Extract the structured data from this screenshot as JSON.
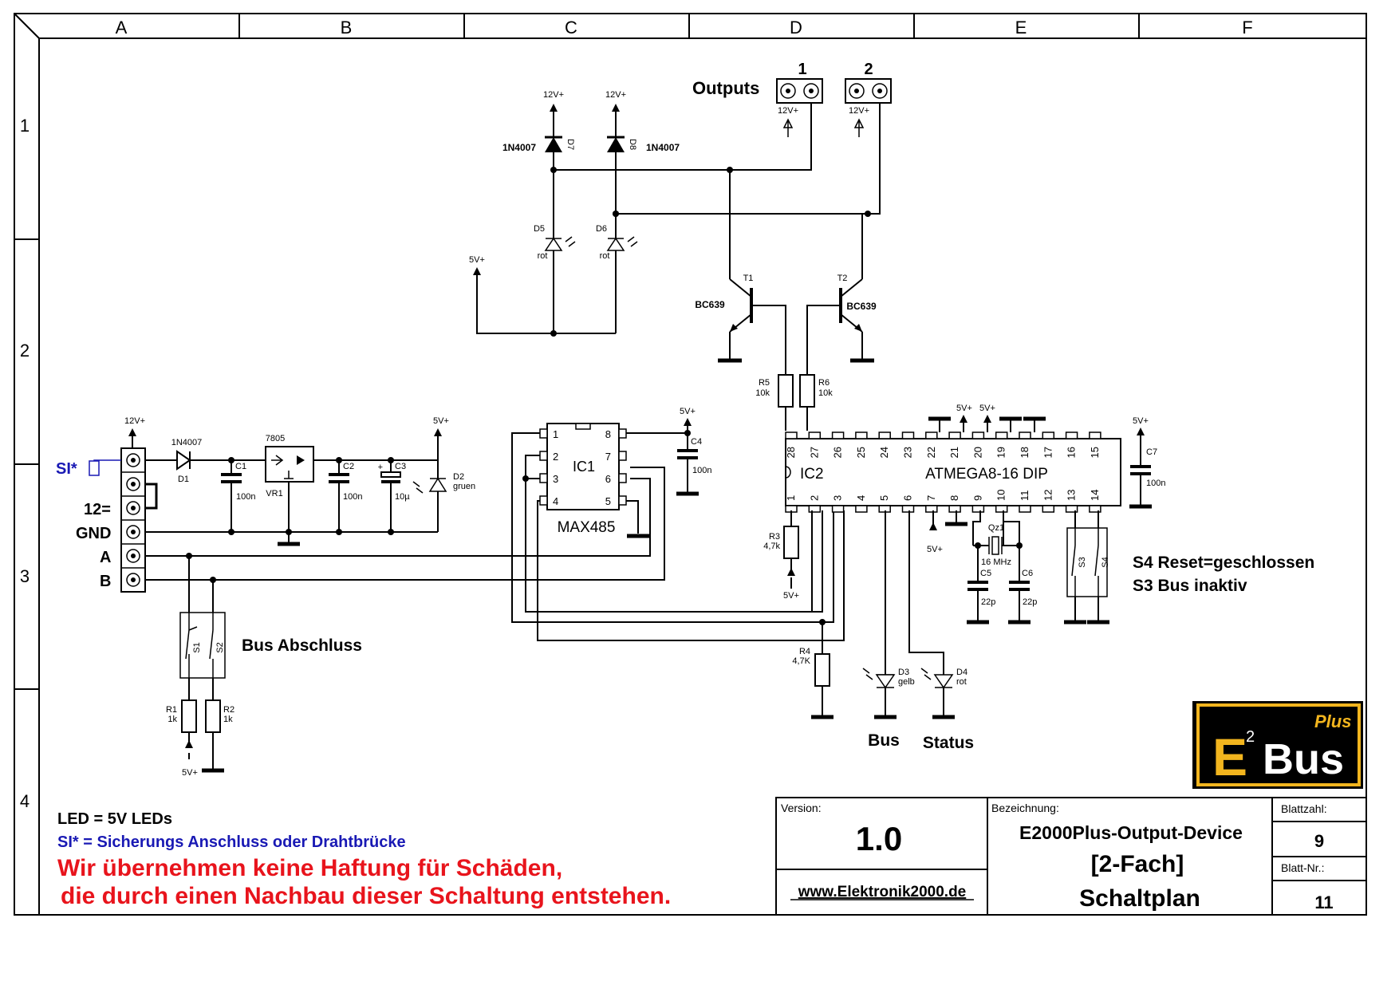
{
  "frame": {
    "columns": [
      "A",
      "B",
      "C",
      "D",
      "E",
      "F"
    ],
    "rows": [
      "1",
      "2",
      "3",
      "4"
    ]
  },
  "colors": {
    "red": "#e8141c",
    "blue": "#1919b4",
    "gold": "#f2b51e"
  },
  "outputs": {
    "title": "Outputs",
    "labels": [
      "1",
      "2"
    ],
    "supply": [
      "12V+",
      "12V+"
    ]
  },
  "diodes": {
    "d7": {
      "name": "D7",
      "type": "1N4007",
      "supply": "12V+"
    },
    "d8": {
      "name": "D8",
      "type": "1N4007",
      "supply": "12V+"
    },
    "d5": {
      "name": "D5",
      "color": "rot"
    },
    "d6": {
      "name": "D6",
      "color": "rot"
    },
    "led_supply": "5V+"
  },
  "transistors": {
    "t1": {
      "name": "T1",
      "type": "BC639"
    },
    "t2": {
      "name": "T2",
      "type": "BC639"
    }
  },
  "resistors": {
    "r5": {
      "name": "R5",
      "value": "10k"
    },
    "r6": {
      "name": "R6",
      "value": "10k"
    },
    "r3": {
      "name": "R3",
      "value": "4,7k"
    },
    "r4": {
      "name": "R4",
      "value": "4,7K"
    },
    "r1": {
      "name": "R1",
      "value": "1k"
    },
    "r2": {
      "name": "R2",
      "value": "1k"
    }
  },
  "power": {
    "terminal_supply": "12V+",
    "d1": {
      "type": "1N4007",
      "name": "D1"
    },
    "c1": {
      "name": "C1",
      "value": "100n"
    },
    "vr1": {
      "type": "7805",
      "name": "VR1"
    },
    "c2": {
      "name": "C2",
      "value": "100n"
    },
    "c3": {
      "name": "C3",
      "value": "10µ",
      "plus": "+"
    },
    "d2": {
      "name": "D2",
      "color": "gruen"
    },
    "d2_supply": "5V+"
  },
  "terminal": {
    "si": "SI*",
    "v12": "12=",
    "gnd": "GND",
    "a": "A",
    "b": "B"
  },
  "ic1": {
    "name": "IC1",
    "type": "MAX485",
    "pins_left": [
      "1",
      "2",
      "3",
      "4"
    ],
    "pins_right": [
      "8",
      "7",
      "6",
      "5"
    ],
    "supply": "5V+",
    "c4": {
      "name": "C4",
      "value": "100n"
    }
  },
  "ic2": {
    "name": "IC2",
    "type": "ATMEGA8-16 DIP",
    "pins_top": [
      "28",
      "27",
      "26",
      "25",
      "24",
      "23",
      "22",
      "21",
      "20",
      "19",
      "18",
      "17",
      "16",
      "15"
    ],
    "pins_bottom": [
      "1",
      "2",
      "3",
      "4",
      "5",
      "6",
      "7",
      "8",
      "9",
      "10",
      "11",
      "12",
      "13",
      "14"
    ],
    "supply_top": [
      "5V+",
      "5V+"
    ],
    "supply_right": "5V+",
    "c7": {
      "name": "C7",
      "value": "100n"
    },
    "pin7_supply": "5V+",
    "r3_supply": "5V+"
  },
  "crystal": {
    "name": "Qz1",
    "value": "16 MHz",
    "c5": {
      "name": "C5",
      "value": "22p"
    },
    "c6": {
      "name": "C6",
      "value": "22p"
    }
  },
  "switches": {
    "s1": "S1",
    "s2": "S2",
    "s3": "S3",
    "s4": "S4",
    "bus_end": "Bus Abschluss",
    "r_supply": "5V+"
  },
  "leds": {
    "d3": {
      "name": "D3",
      "color": "gelb",
      "label": "Bus"
    },
    "d4": {
      "name": "D4",
      "color": "rot",
      "label": "Status"
    }
  },
  "notes": {
    "s4": "S4 Reset=geschlossen",
    "s3": "S3 Bus inaktiv",
    "led": "LED = 5V LEDs",
    "si": "SI* = Sicherungs Anschluss oder Drahtbrücke",
    "warning1": "Wir übernehmen keine Haftung für Schäden,",
    "warning2": "die durch einen Nachbau dieser Schaltung entstehen."
  },
  "logo": {
    "e": "E",
    "exp": "2",
    "bus": "Bus",
    "plus": "Plus"
  },
  "titleblock": {
    "version_label": "Version:",
    "version": "1.0",
    "url": "www.Elektronik2000.de",
    "bez_label": "Bezeichnung:",
    "title1": "E2000Plus-Output-Device",
    "title2": "[2-Fach]",
    "title3": "Schaltplan",
    "blattzahl_label": "Blattzahl:",
    "blattzahl": "9",
    "blattnr_label": "Blatt-Nr.:",
    "blattnr": "11"
  }
}
